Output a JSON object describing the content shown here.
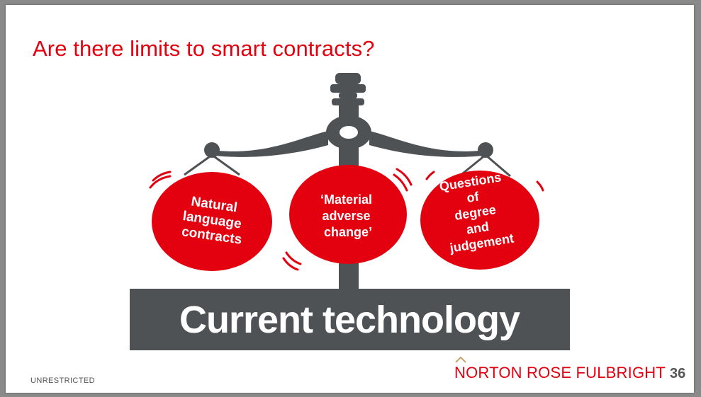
{
  "slide": {
    "title": "Are there limits to smart contracts?",
    "base_label": "Current technology",
    "weights": [
      {
        "lines": [
          "Natural",
          "language",
          "contracts"
        ]
      },
      {
        "lines": [
          "‘Material",
          "adverse",
          "change’"
        ]
      },
      {
        "lines": [
          "Questions",
          "of",
          "degree",
          "and",
          "judgement"
        ]
      }
    ],
    "footer_classification": "UNRESTRICTED",
    "brand": "NORTON ROSE FULBRIGHT",
    "page_number": "36"
  },
  "colors": {
    "accent_red": "#e3000f",
    "scale_gray": "#4f5255"
  }
}
